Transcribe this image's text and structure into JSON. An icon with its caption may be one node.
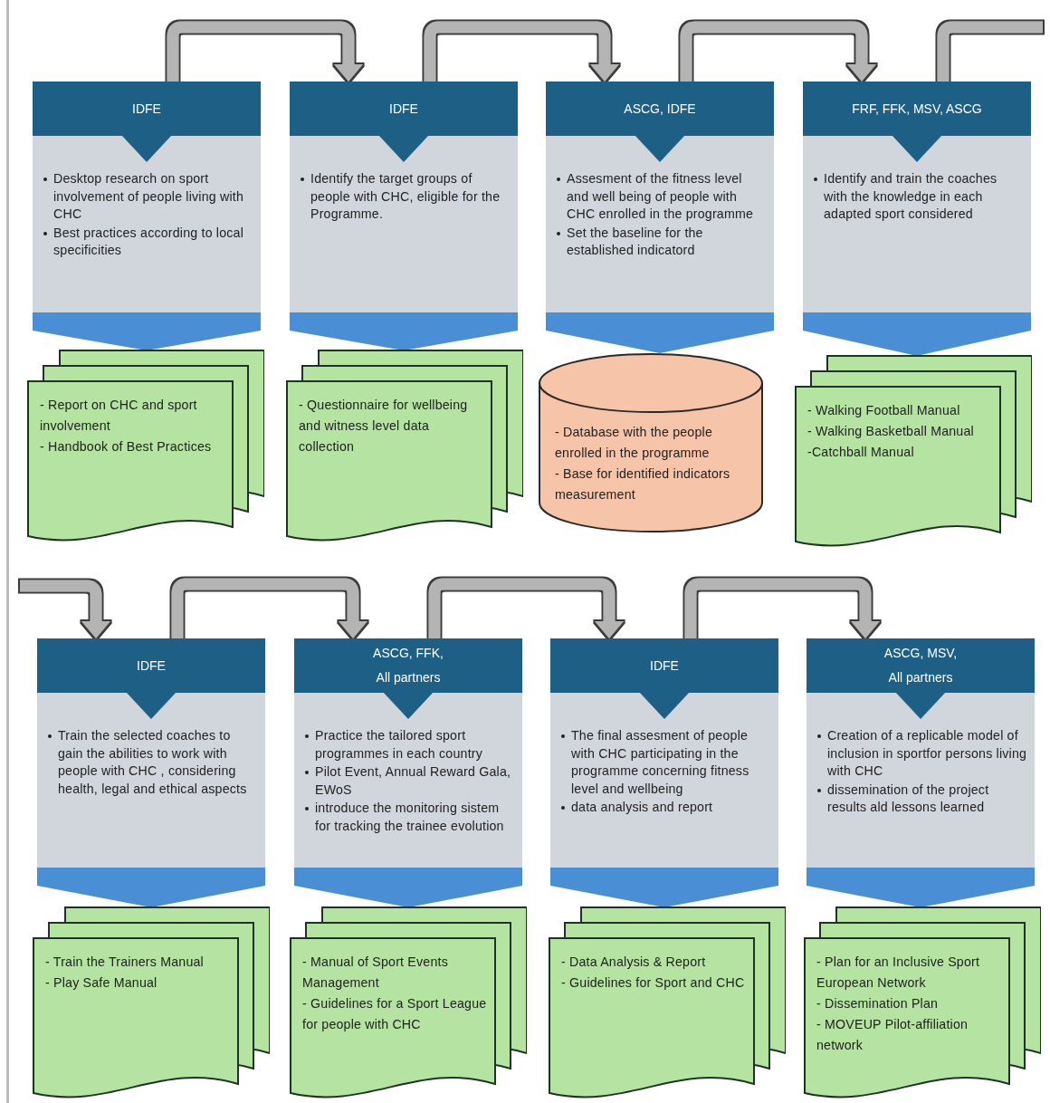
{
  "diagram": {
    "nodes": [
      {
        "text": [
          "IDFE",
          "Desktop research on sport involvement of people living with CHC",
          "Best practices according to local specificities"
        ]
      },
      {
        "text": [
          "IDFE",
          "Identify the target groups of people with CHC, eligible for the Programme."
        ]
      },
      {
        "text": [
          "ASCG, IDFE",
          "Assesment of the fitness level and well being of people with CHC enrolled in the programme",
          "Set the baseline for the established indicatord"
        ]
      },
      {
        "text": [
          "FRF, FFK, MSV, ASCG",
          "Identify  and train the coaches with the knowledge in each adapted sport considered"
        ]
      },
      {
        "text": [
          "- Report on CHC and sport involvement",
          "-  Handbook of Best Practices"
        ]
      },
      {
        "text": [
          "- Questionnaire  for wellbeing and witness level data collection"
        ]
      },
      {
        "text": [
          "- Database with the people enrolled in the programme",
          "-  Base for identified indicators measurement"
        ]
      },
      {
        "text": [
          "- Walking Football Manual",
          "-  Walking Basketball Manual",
          "-Catchball Manual"
        ]
      },
      {
        "text": [
          "IDFE",
          "Train the selected coaches to gain the abilities to work with people with CHC , considering  health, legal and ethical aspects"
        ]
      },
      {
        "text": [
          "ASCG, FFK, All partners",
          "Practice the tailored sport programmes in each country",
          "Pilot Event, Annual Reward Gala, EWoS",
          "introduce the monitoring sistem for tracking the trainee evolution"
        ]
      },
      {
        "text": [
          "IDFE",
          "The final assesment of people with CHC participating in the programme concerning fitness level and wellbeing",
          "data analysis and report"
        ]
      },
      {
        "text": [
          "ASCG, MSV, All partners",
          "Creation of a replicable model of inclusion in sportfor persons living with CHC",
          "dissemination of the project results ald lessons learned"
        ]
      },
      {
        "text": [
          "- Train the Trainers Manual",
          "-  Play Safe Manual"
        ]
      },
      {
        "text": [
          "- Manual of Sport Events Management",
          "-  Guidelines for a Sport League for people with CHC"
        ]
      },
      {
        "text": [
          "- Data Analysis & Report",
          "-  Guidelines for Sport and CHC"
        ]
      },
      {
        "text": [
          "- Plan for an Inclusive Sport European Network",
          "-  Dissemination Plan",
          "-  MOVEUP Pilot-affiliation network"
        ]
      }
    ],
    "edges": [
      {
        "from": 0,
        "to": 1,
        "arrow": "to"
      },
      {
        "from": 1,
        "to": 2,
        "arrow": "to"
      },
      {
        "from": 2,
        "to": 3,
        "arrow": "to"
      },
      {
        "from": 3,
        "to": null,
        "arrow": "none"
      },
      {
        "from": 0,
        "to": 4,
        "arrow": "to",
        "style": "thick",
        "color": "#4a8fd6"
      },
      {
        "from": 1,
        "to": 5,
        "arrow": "to",
        "style": "thick",
        "color": "#4a8fd6"
      },
      {
        "from": 2,
        "to": 6,
        "arrow": "to",
        "style": "thick",
        "color": "#4a8fd6"
      },
      {
        "from": 3,
        "to": 7,
        "arrow": "to",
        "style": "thick",
        "color": "#4a8fd6"
      },
      {
        "from": null,
        "to": 8,
        "arrow": "to"
      },
      {
        "from": 8,
        "to": 9,
        "arrow": "to"
      },
      {
        "from": 9,
        "to": 10,
        "arrow": "to"
      },
      {
        "from": 10,
        "to": 11,
        "arrow": "to"
      },
      {
        "from": 8,
        "to": 12,
        "arrow": "to",
        "style": "thick",
        "color": "#4a8fd6"
      },
      {
        "from": 9,
        "to": 13,
        "arrow": "to",
        "style": "thick",
        "color": "#4a8fd6"
      },
      {
        "from": 10,
        "to": 14,
        "arrow": "to",
        "style": "thick",
        "color": "#4a8fd6"
      },
      {
        "from": 11,
        "to": 15,
        "arrow": "to",
        "style": "thick",
        "color": "#4a8fd6"
      }
    ]
  }
}
